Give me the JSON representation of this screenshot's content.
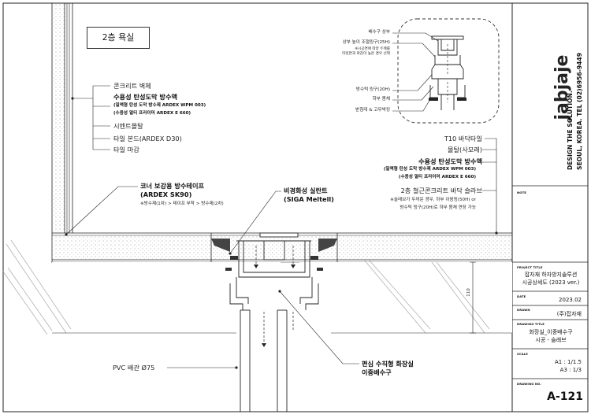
{
  "room_label": "2층 욕실",
  "left_callouts": {
    "concrete_wall": "콘크리트 벽체",
    "waterproof_title": "수용성 탄성도막 방수액",
    "waterproof_sub1": "(일액형 탄성 도막 방수제 ARDEX WPM 003)",
    "waterproof_sub2": "(수용성 멀티 프라이머 ARDEX E 660)",
    "cement_mortar": "시멘트몰탈",
    "tile_bond": "타일 본드(ARDEX D30)",
    "tile_finish": "타일 마감"
  },
  "corner_tape": {
    "title1": "코너 보강용 방수테이프",
    "title2": "(ARDEX SK90)",
    "note": "※방수제(1차) > 테이프 부착 > 방수제(2차)"
  },
  "sealant": {
    "title1": "비경화성 실란트",
    "title2": "(SIGA Meltell)"
  },
  "detail_callouts": {
    "drain_top": "배수구 상부",
    "height_ring": "상부 높이 조절링구(25H)",
    "height_ring_note1": "※시공면에 따라 두께를",
    "height_ring_note2": "타일면과 마감이 높은 경우 선택",
    "waterproof_ring": "방수턱 링구(20H)",
    "lower_body": "하부 몸체",
    "support_packing": "받침대 & 고무박킹"
  },
  "right_callouts": {
    "floor_tile": "T10 바닥타일",
    "mortar_sand": "몰탈(사모래)",
    "waterproof_title": "수용성 탄성도막 방수액",
    "waterproof_sub1": "(일액형 탄성 도막 방수제 ARDEX WPM 003)",
    "waterproof_sub2": "(수용성 멀티 프라이머 ARDEX E 660)",
    "slab": "2층 철근콘크리트 바닥 슬라브",
    "slab_note1": "※슬래브가 두꺼운 경우, 하부 이음링(50H) or",
    "slab_note2": "방수턱 링구(20H)로 하부 몸체 연장 가능"
  },
  "bottom_callouts": {
    "pvc_pipe": "PVC 배관 Ø75",
    "drain_title1": "편심 수직형 화장실",
    "drain_title2": "이중배수구"
  },
  "dimension": "110",
  "title_block": {
    "logo": "jabjaje",
    "tagline1": "DESIGN THE SOLUTION.",
    "tagline2": "SEOUL, KOREA. TEL (02)6956-9449",
    "note_label": "NOTE",
    "project_label": "PROJECT TITLE",
    "project_line1": "잡자재 하자방지솔루션",
    "project_line2": "시공상세도 (2023 ver.)",
    "date_label": "DATE",
    "date_value": "2023.02",
    "drawn_label": "DRAWN",
    "drawn_value": "(주)잡자재",
    "drawing_title_label": "DRAWING TITLE",
    "drawing_title_line1": "화장실_이중배수구",
    "drawing_title_line2": "시공 - 슬래브",
    "scale_label": "SCALE",
    "scale_line1": "A1 : 1/1.5",
    "scale_line2": "A3 : 1/3",
    "drawing_no_label": "DRAWING NO.",
    "drawing_no": "A-121"
  },
  "colors": {
    "line": "#222222",
    "hatch": "#9a9a9a",
    "slab_fill": "#f4f4f4"
  }
}
